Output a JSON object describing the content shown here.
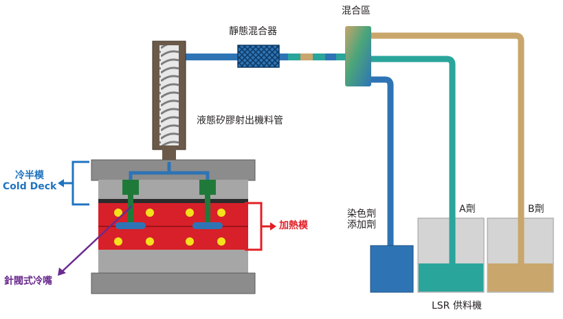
{
  "labels": {
    "static_mixer": "靜態混合器",
    "mixing_zone": "混合區",
    "injection_barrel": "液態矽膠射出機料管",
    "cold_half_mold_zh": "冷半模",
    "cold_half_mold_en": "Cold Deck",
    "heated_mold": "加熱模",
    "valve_gate_cold_runner": "針閥式冷嘴",
    "color_additive_line1": "染色劑",
    "color_additive_line2": "添加劑",
    "component_a": "A劑",
    "component_b": "B劑",
    "lsr_feeder": "LSR 供料機"
  },
  "colors": {
    "pipe_blue": "#2e74b5",
    "pipe_teal": "#2aa59b",
    "pipe_tan": "#c9a66b",
    "heated_plate": "#d7202a",
    "mold_grey": "#8c8c8c",
    "heater_dots": "#f4e11c",
    "cold_bracket": "#1f73c0",
    "heat_bracket": "#e21e26",
    "nozzle_arrow": "#6a2a8f"
  }
}
